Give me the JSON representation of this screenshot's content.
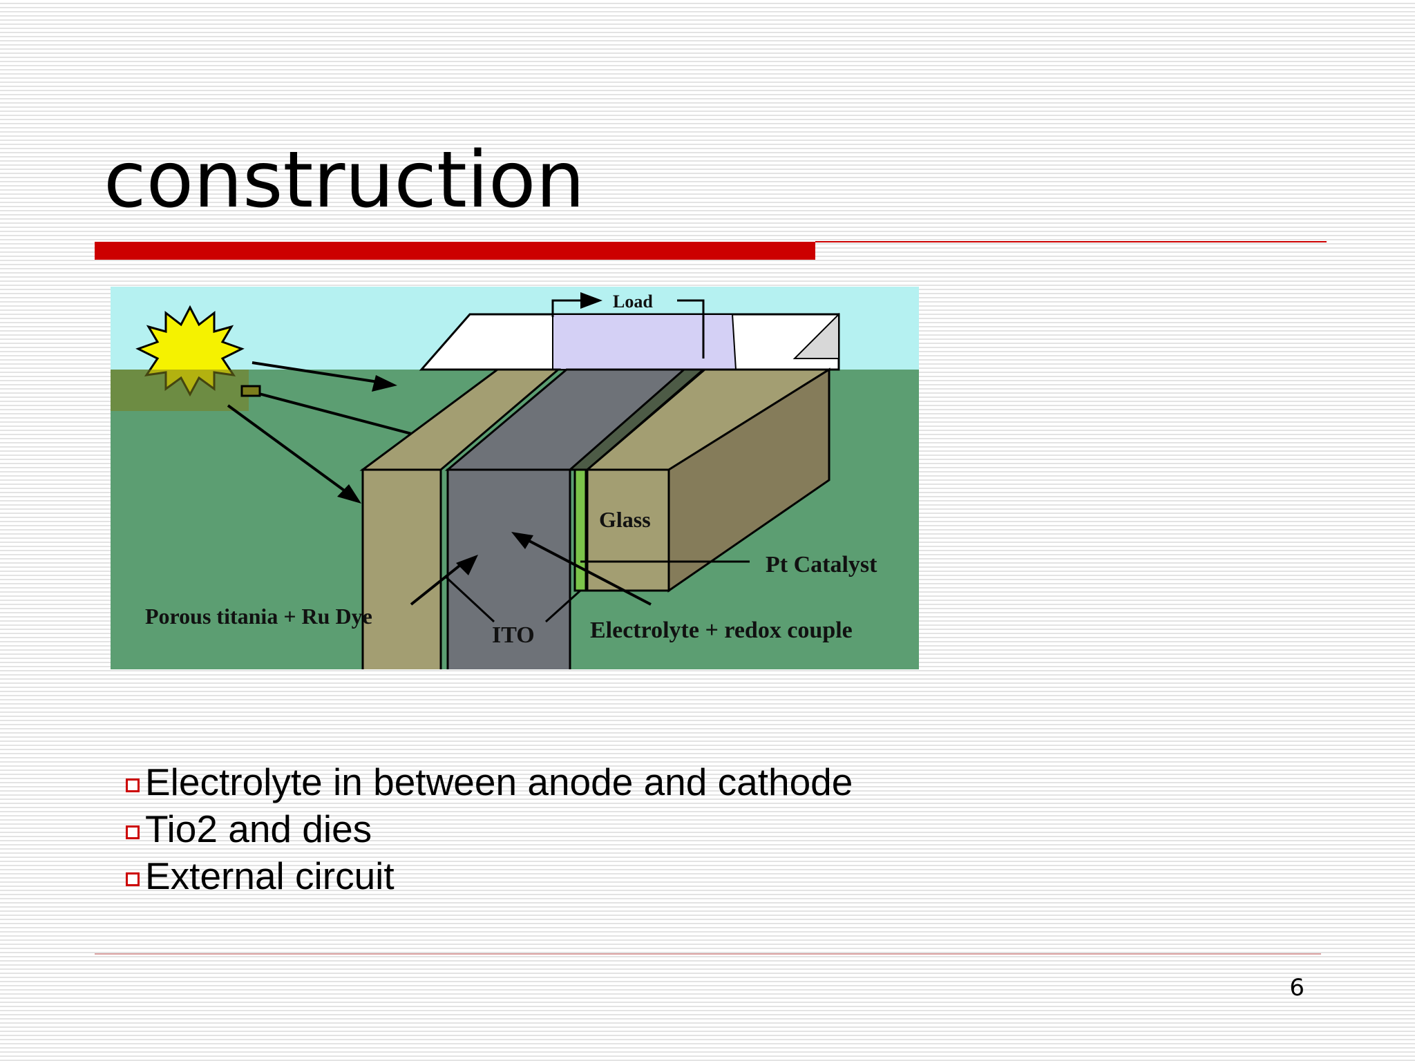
{
  "slide": {
    "title": "construction",
    "page_number": "6",
    "accent_color": "#cc0000"
  },
  "diagram": {
    "labels": {
      "load": "Load",
      "glass": "Glass",
      "pt_catalyst": "Pt Catalyst",
      "porous_titania": "Porous titania + Ru Dye",
      "ito": "ITO",
      "electrolyte": "Electrolyte + redox couple"
    },
    "colors": {
      "sky": "#b5f1f1",
      "ground": "#5c9e72",
      "sun": "#f5f200",
      "glass": "#a39e72",
      "ito_face": "#6e7278",
      "load_panel": "#d4d0f5",
      "catalyst": "#7cc44a"
    }
  },
  "bullets": [
    {
      "icon": "square-bullet-icon",
      "text": "Electrolyte in between anode and cathode"
    },
    {
      "icon": "square-bullet-icon",
      "text": "Tio2 and dies"
    },
    {
      "icon": "square-bullet-icon",
      "text": "External circuit"
    }
  ]
}
